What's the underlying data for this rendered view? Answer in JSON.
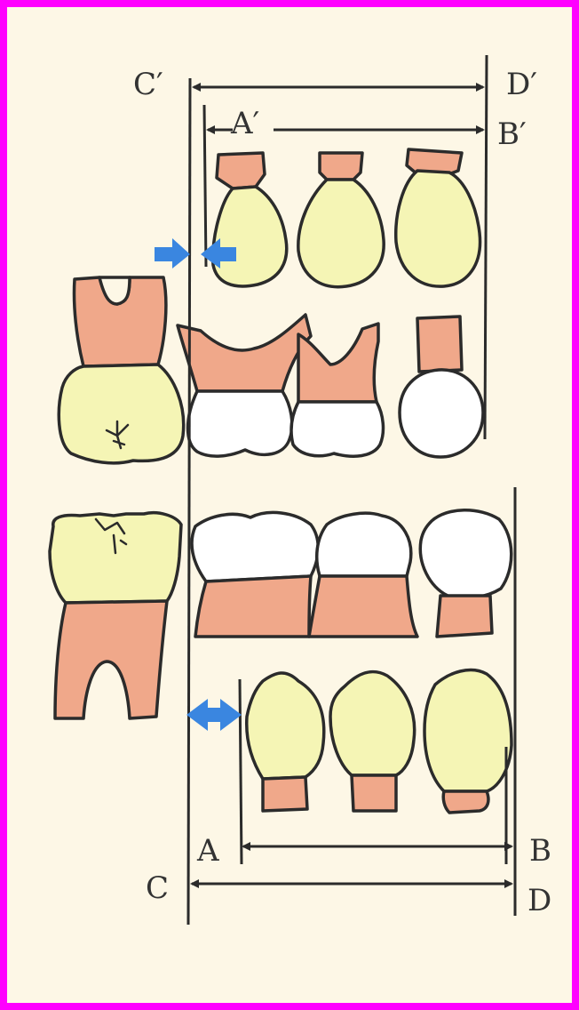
{
  "labels": {
    "c_prime": "C′",
    "d_prime": "D′",
    "a_prime": "A′",
    "b_prime": "B′",
    "a": "A",
    "b": "B",
    "c": "C",
    "d": "D"
  },
  "colors": {
    "frame": "#ff00ff",
    "background": "#fdf7e6",
    "crown_yellow": "#f5f5b5",
    "root_pink": "#f0a88a",
    "crown_white": "#ffffff",
    "outline": "#2b2b2b",
    "arrow_blue": "#3a86e0"
  }
}
